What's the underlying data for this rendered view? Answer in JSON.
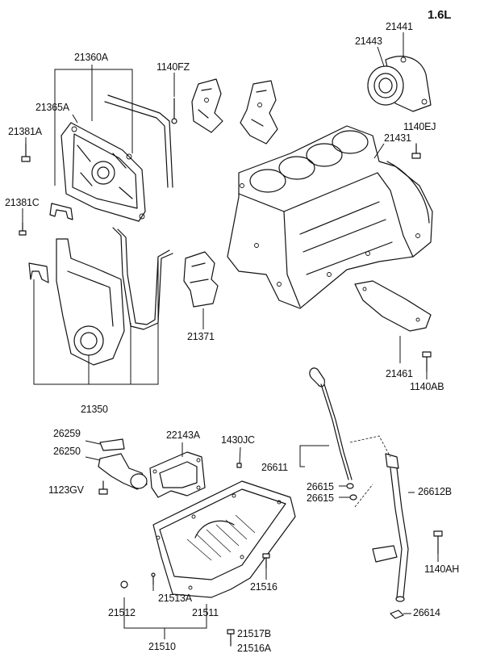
{
  "variant": "1.6L",
  "labels": {
    "p21441": "21441",
    "p21443": "21443",
    "p21360A": "21360A",
    "p1140FZ": "1140FZ",
    "p21365A": "21365A",
    "p21381A": "21381A",
    "p1140EJ": "1140EJ",
    "p21431": "21431",
    "p21381C": "21381C",
    "p21371": "21371",
    "p21461": "21461",
    "p1140AB": "1140AB",
    "p21350": "21350",
    "p26259": "26259",
    "p22143A": "22143A",
    "p1430JC": "1430JC",
    "p26250": "26250",
    "p26611": "26611",
    "p1123GV": "1123GV",
    "p26615a": "26615",
    "p26615b": "26615",
    "p26612B": "26612B",
    "p1140AH": "1140AH",
    "p21513A": "21513A",
    "p21516": "21516",
    "p21512": "21512",
    "p21511": "21511",
    "p26614": "26614",
    "p21517B": "21517B",
    "p21510": "21510",
    "p21516A": "21516A"
  }
}
